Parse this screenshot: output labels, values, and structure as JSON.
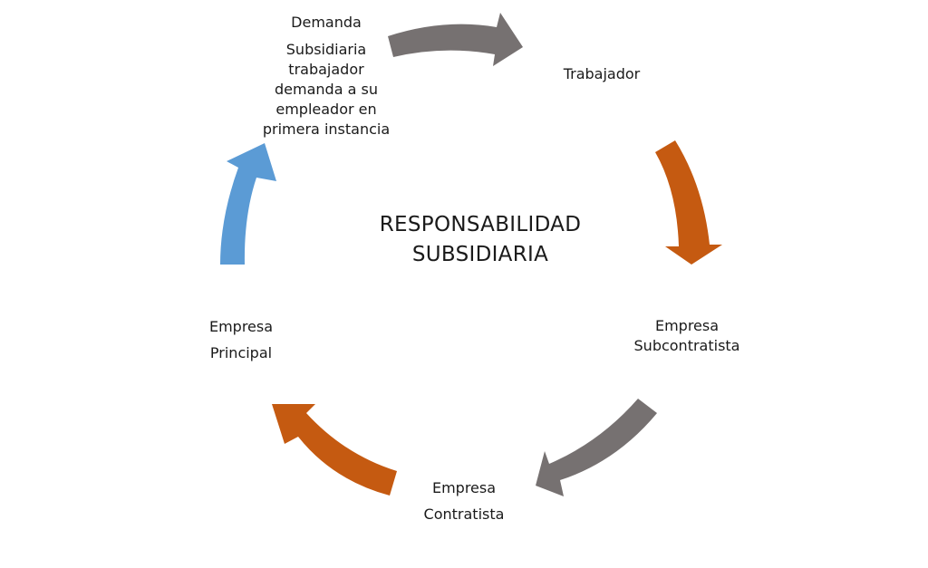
{
  "title": {
    "line1": "RESPONSABILIDAD",
    "line2": "SUBSIDIARIA"
  },
  "nodes": {
    "demanda": {
      "heading": "Demanda",
      "lines": [
        "Subsidiaria",
        "trabajador",
        "demanda a su",
        "empleador en",
        "primera instancia"
      ]
    },
    "trabajador": {
      "label": "Trabajador"
    },
    "subcontratista": {
      "line1": "Empresa",
      "line2": "Subcontratista"
    },
    "contratista": {
      "line1": "Empresa",
      "line2": "Contratista"
    },
    "principal": {
      "line1": "Empresa",
      "line2": "Principal"
    }
  },
  "colors": {
    "gray": "#767171",
    "orange": "#c55a11",
    "blue": "#5b9bd5"
  }
}
